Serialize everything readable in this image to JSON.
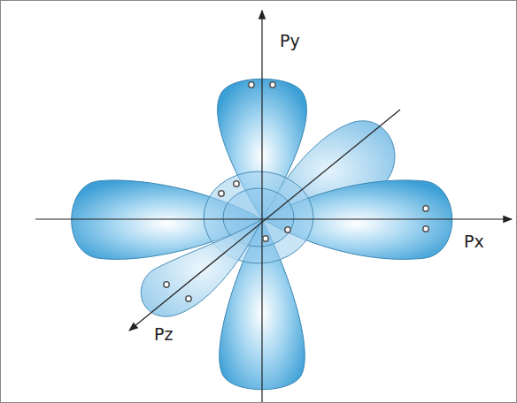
{
  "diagram": {
    "labels": [
      "Py",
      "Px",
      "Pz"
    ]
  }
}
